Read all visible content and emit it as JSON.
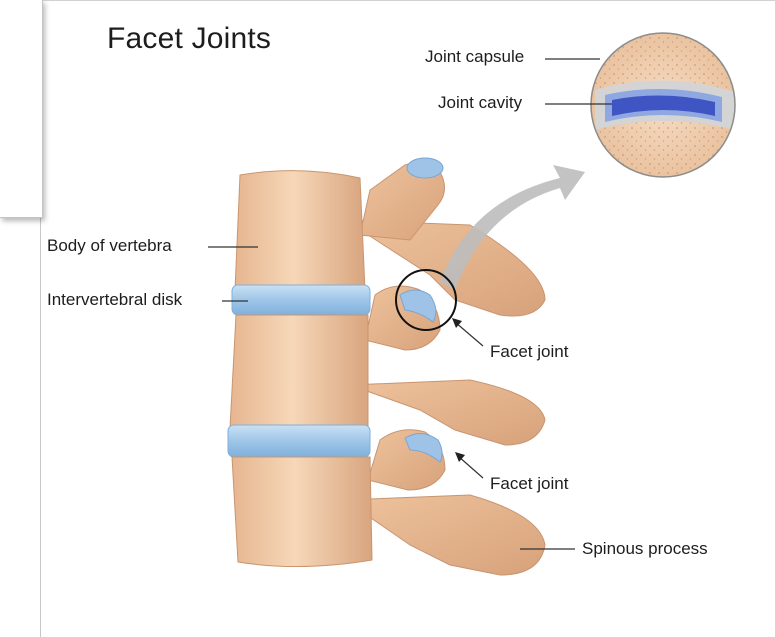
{
  "title": "Facet Joints",
  "labels": {
    "joint_capsule": "Joint capsule",
    "joint_cavity": "Joint cavity",
    "body_of_vertebra": "Body of vertebra",
    "intervertebral_disk": "Intervertebral disk",
    "facet_joint_upper": "Facet joint",
    "facet_joint_lower": "Facet joint",
    "spinous_process": "Spinous process"
  },
  "colors": {
    "bone": "#f1cba7",
    "bone_shadow": "#d7a47c",
    "disk": "#a9cdea",
    "cartilage": "#8fa8e2",
    "cavity": "#3f55c4",
    "arrow": "#b8b8b8"
  }
}
